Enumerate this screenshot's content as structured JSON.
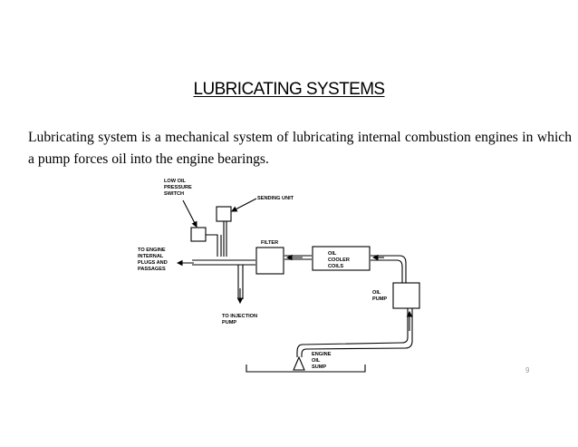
{
  "slide": {
    "title": "LUBRICATING SYSTEMS",
    "body": "Lubricating system is a mechanical system of lubricating internal combustion engines in which a pump forces oil into the engine bearings.",
    "page_number": "9"
  },
  "diagram": {
    "labels": {
      "low_oil_1": "LOW OIL",
      "low_oil_2": "PRESSURE",
      "low_oil_3": "SWITCH",
      "sending_unit": "SENDING UNIT",
      "to_engine_1": "TO ENGINE",
      "to_engine_2": "INTERNAL",
      "to_engine_3": "PLUGS AND",
      "to_engine_4": "PASSAGES",
      "filter": "FILTER",
      "cooler_1": "OIL",
      "cooler_2": "COOLER",
      "cooler_3": "COILS",
      "pump_1": "OIL",
      "pump_2": "PUMP",
      "injection_1": "TO INJECTION",
      "injection_2": "PUMP",
      "sump_1": "ENGINE",
      "sump_2": "OIL",
      "sump_3": "SUMP"
    }
  }
}
